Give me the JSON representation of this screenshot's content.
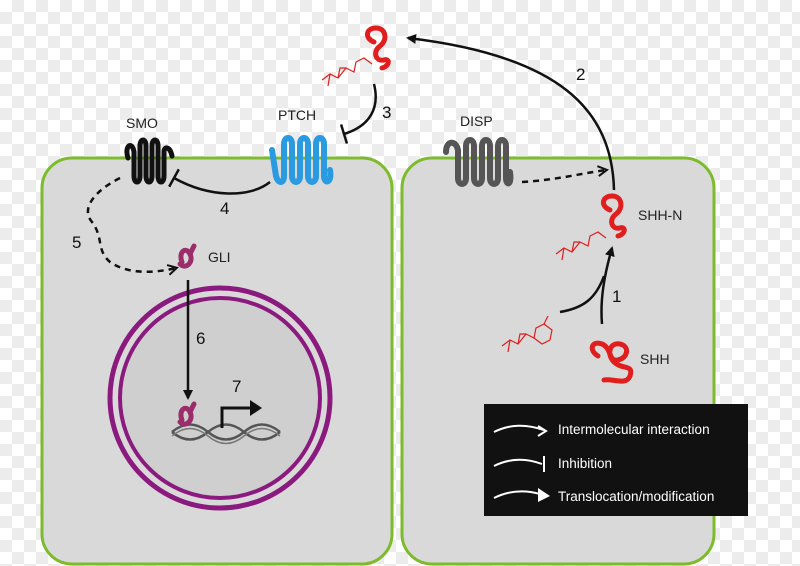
{
  "labels": {
    "smo": "SMO",
    "ptch": "PTCH",
    "disp": "DISP",
    "gli": "GLI",
    "shh_n": "SHH-N",
    "shh": "SHH"
  },
  "steps": [
    "1",
    "2",
    "3",
    "4",
    "5",
    "6",
    "7"
  ],
  "legend": {
    "interaction": "Intermolecular interaction",
    "inhibition": "Inhibition",
    "translocation": "Translocation/modification"
  },
  "colors": {
    "cell_fill": "#d9d9d9",
    "cell_border": "#7dbb2c",
    "nucleus": "#8b1a7f",
    "ptch": "#2a9be0",
    "smo": "#111111",
    "disp": "#555555",
    "shh": "#e01e1e",
    "gli": "#9a2d6a",
    "legend_bg": "#111111"
  }
}
